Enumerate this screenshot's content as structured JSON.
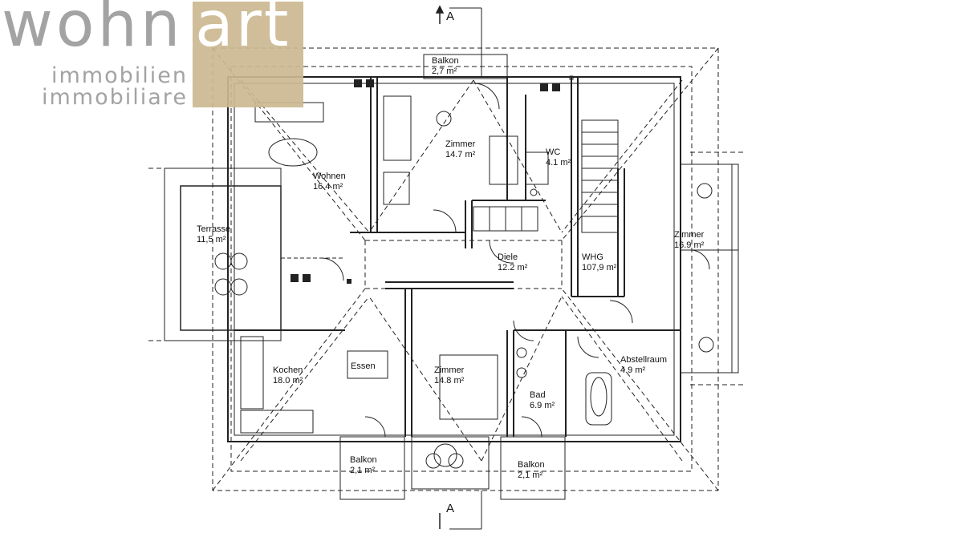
{
  "logo": {
    "word_gray": "wohn",
    "word_white": "art",
    "line1": "immobilien",
    "line2": "immobiliare",
    "gray": "#a3a3a3",
    "gold": "#cbb990"
  },
  "section_markers": {
    "top": "A",
    "bottom": "A"
  },
  "rooms": [
    {
      "id": "balkon-nord",
      "name": "Balkon",
      "area": "2,7 m²"
    },
    {
      "id": "zimmer-nord",
      "name": "Zimmer",
      "area": "14.7 m²"
    },
    {
      "id": "wc",
      "name": "WC",
      "area": "4.1 m²"
    },
    {
      "id": "wohnen",
      "name": "Wohnen",
      "area": "16.4 m²"
    },
    {
      "id": "terrasse",
      "name": "Terrasse",
      "area": "11,5 m²"
    },
    {
      "id": "zimmer-ost",
      "name": "Zimmer",
      "area": "16.9 m²"
    },
    {
      "id": "diele",
      "name": "Diele",
      "area": "12.2 m²"
    },
    {
      "id": "whg",
      "name": "WHG",
      "area": "107,9 m²"
    },
    {
      "id": "abstellraum",
      "name": "Abstellraum",
      "area": "4.9 m²"
    },
    {
      "id": "kochen",
      "name": "Kochen",
      "area": "18.0 m²"
    },
    {
      "id": "essen",
      "name": "Essen",
      "area": ""
    },
    {
      "id": "zimmer-sued",
      "name": "Zimmer",
      "area": "14.8 m²"
    },
    {
      "id": "bad",
      "name": "Bad",
      "area": "6.9 m²"
    },
    {
      "id": "balkon-sw",
      "name": "Balkon",
      "area": "2,1 m²"
    },
    {
      "id": "balkon-so",
      "name": "Balkon",
      "area": "2,1 m²"
    }
  ]
}
